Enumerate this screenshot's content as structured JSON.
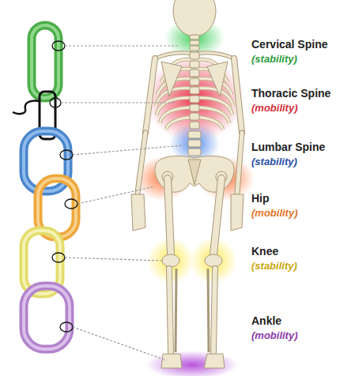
{
  "diagram": {
    "labels": [
      "Cervical Spine",
      "(stability)",
      "Thoracic Spine",
      "(mobility)",
      "Lumbar Spine",
      "(stability)",
      "Hip",
      "(mobility)",
      "Knee",
      "(stability)",
      "Ankle",
      "(mobility)"
    ]
  }
}
